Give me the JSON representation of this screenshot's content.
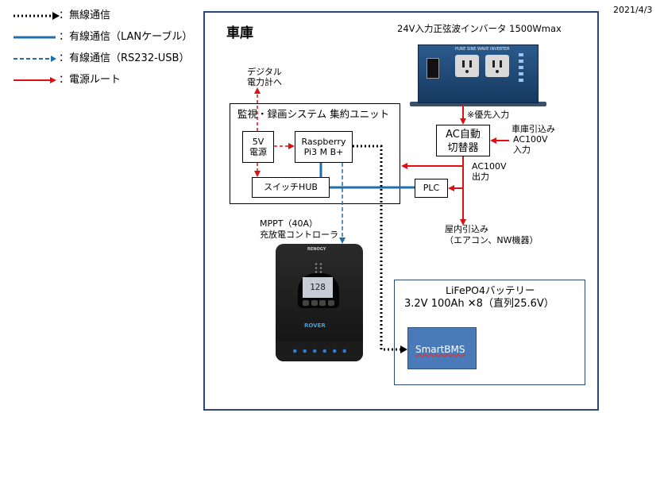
{
  "date": "2021/4/3",
  "legend": [
    {
      "label": "：無線通信",
      "style": "dotted-black"
    },
    {
      "label": "：有線通信（LANケーブル）",
      "style": "solid-blue"
    },
    {
      "label": "：有線通信（RS232-USB）",
      "style": "dashed-blue"
    },
    {
      "label": "：電源ルート",
      "style": "solid-red"
    }
  ],
  "garage": {
    "title": "車庫"
  },
  "inverter": {
    "caption": "24V入力正弦波インバータ 1500Wmax",
    "panel_text": "PURE SINE WAVE INVERTER",
    "priority_note": "※優先入力"
  },
  "ac_switch": {
    "line1": "AC自動",
    "line2": "切替器"
  },
  "garage_in": {
    "line1": "車庫引込み",
    "line2": "AC100V",
    "line3": "入力"
  },
  "ac_out": {
    "line1": "AC100V",
    "line2": "出力"
  },
  "house": {
    "line1": "屋内引込み",
    "line2": "（エアコン、NW機器）"
  },
  "meter": {
    "line1": "デジタル",
    "line2": "電力計へ"
  },
  "monitor_unit": {
    "title": "監視・録画システム 集約ユニット"
  },
  "psu": {
    "line1": "5V",
    "line2": "電源"
  },
  "rpi": {
    "line1": "Raspberry",
    "line2": "Pi3 M B+"
  },
  "switch_hub": {
    "label": "スイッチHUB"
  },
  "plc": {
    "label": "PLC"
  },
  "mppt": {
    "line1": "MPPT（40A）",
    "line2": "充放電コントローラ",
    "brand": "RENOGY",
    "model": "ROVER",
    "display": "128"
  },
  "battery": {
    "title": "LiFePO4バッテリー",
    "spec": "3.2V  100Ah  ✕8（直列25.6V）",
    "bms": "SmartBMS"
  },
  "colors": {
    "lan": "#1f6fad",
    "power": "#e01010",
    "bms": "#4a7ab8",
    "panel": "#1a3d66"
  }
}
